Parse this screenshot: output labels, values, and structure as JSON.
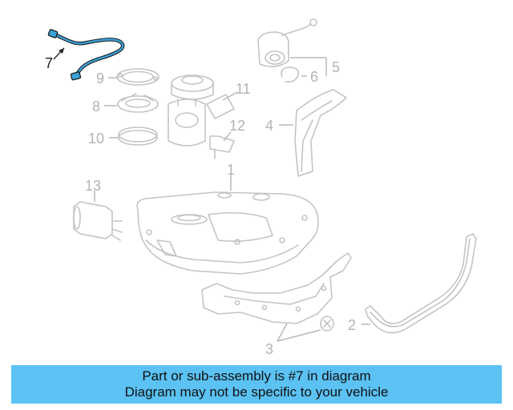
{
  "banner": {
    "line1": "Part or sub-assembly is #7 in diagram",
    "line2": "Diagram may not be specific to your vehicle",
    "background_color": "#5bc2f3"
  },
  "callouts": {
    "c1": "1",
    "c2": "2",
    "c3": "3",
    "c4": "4",
    "c5": "5",
    "c6": "6",
    "c7": "7",
    "c8": "8",
    "c9": "9",
    "c10": "10",
    "c11": "11",
    "c12": "12",
    "c13": "13"
  },
  "highlighted_part": "7",
  "colors": {
    "highlight_part": "#3ba3d8",
    "diagram_lines": "#c4c4c4",
    "active_callout": "#222222"
  }
}
